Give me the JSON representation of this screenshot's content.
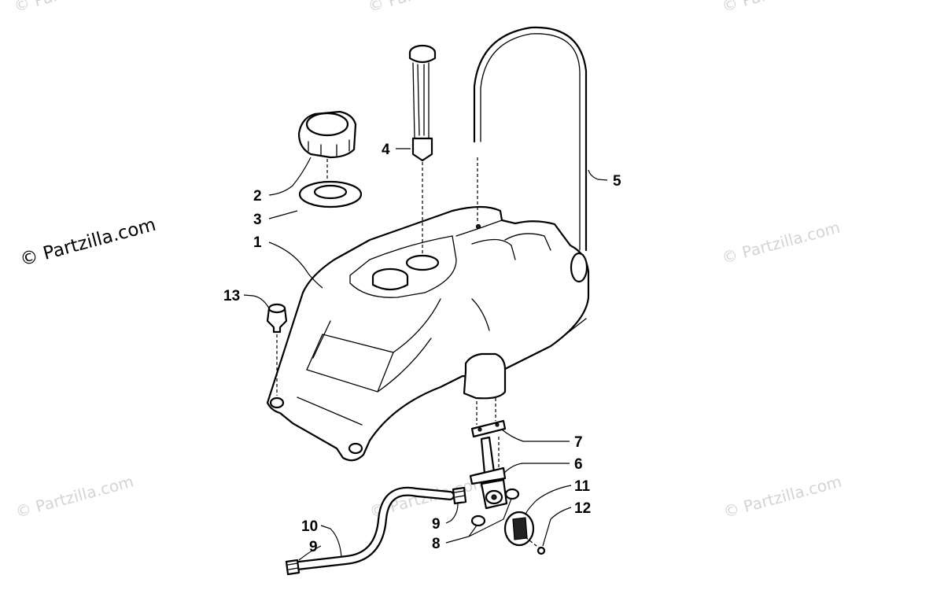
{
  "brand": {
    "main_watermark": "© Partzilla.com",
    "faint_watermark": "© Partzilla.com",
    "color": "#000000",
    "faint_color": "#d4d4d4"
  },
  "callouts": {
    "c1": "1",
    "c2": "2",
    "c3": "3",
    "c4": "4",
    "c5": "5",
    "c6": "6",
    "c7": "7",
    "c8": "8",
    "c9a": "9",
    "c9b": "9",
    "c10": "10",
    "c11": "11",
    "c12": "12",
    "c13": "13"
  }
}
